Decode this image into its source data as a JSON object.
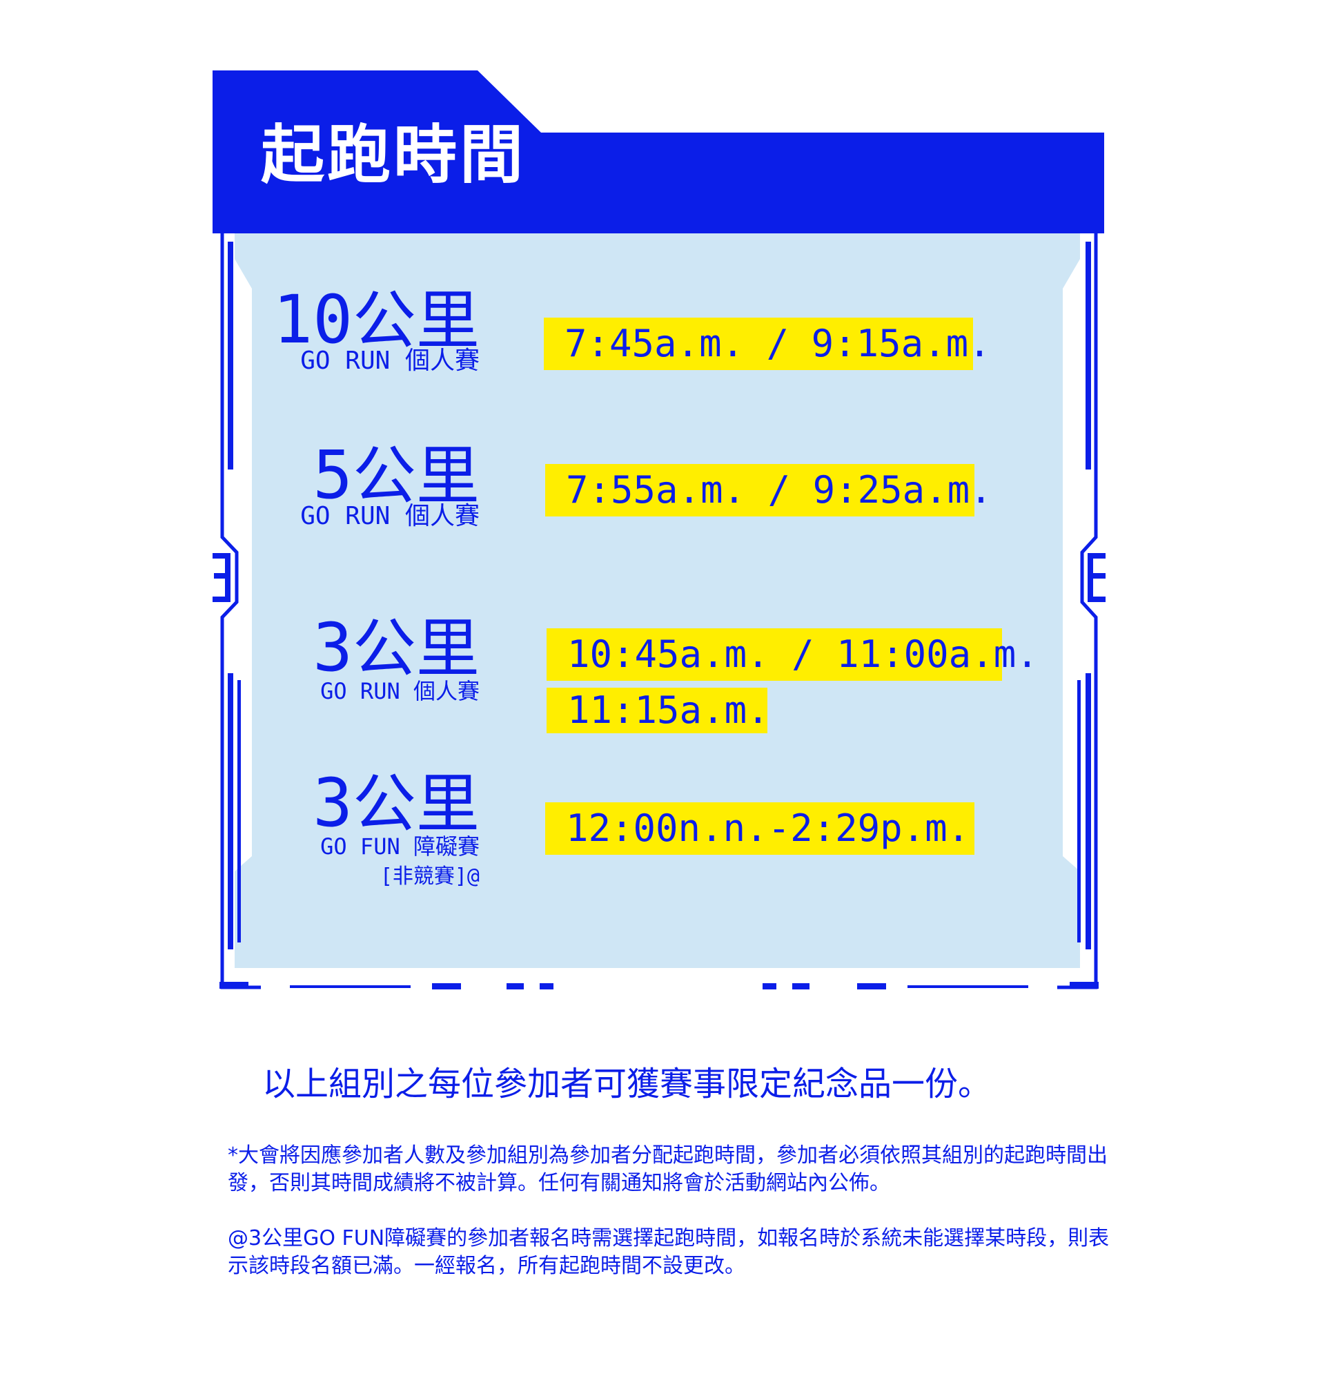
{
  "header": {
    "title": "起跑時間"
  },
  "races": [
    {
      "distance_num": "10",
      "distance_unit": "公里",
      "category_en": "GO RUN",
      "category_zh": "個人賽",
      "extra": "",
      "times": [
        "7:45a.m. / 9:15a.m."
      ]
    },
    {
      "distance_num": "5",
      "distance_unit": "公里",
      "category_en": "GO RUN",
      "category_zh": "個人賽",
      "extra": "",
      "times": [
        "7:55a.m. / 9:25a.m."
      ]
    },
    {
      "distance_num": "3",
      "distance_unit": "公里",
      "category_en": "GO RUN",
      "category_zh": "個人賽",
      "extra": "",
      "times": [
        "10:45a.m. / 11:00a.m.",
        "11:15a.m."
      ]
    },
    {
      "distance_num": "3",
      "distance_unit": "公里",
      "category_en": "GO FUN",
      "category_zh": "障礙賽",
      "extra": "[非競賽]@",
      "times": [
        "12:00n.n.-2:29p.m."
      ]
    }
  ],
  "notes": {
    "main": "以上組別之每位參加者可獲賽事限定紀念品一份。",
    "footnote1": "*大會將因應參加者人數及參加組別為參加者分配起跑時間，參加者必須依照其組別的起跑時間出發，否則其時間成績將不被計算。任何有關通知將會於活動網站內公佈。",
    "footnote2": "@3公里GO FUN障礙賽的參加者報名時需選擇起跑時間，如報名時於系統未能選擇某時段，則表示該時段名額已滿。一經報名，所有起跑時間不設更改。"
  },
  "colors": {
    "blue": "#0b1ee8",
    "panel": "#cfe6f5",
    "highlight": "#ffee00",
    "white": "#ffffff"
  }
}
